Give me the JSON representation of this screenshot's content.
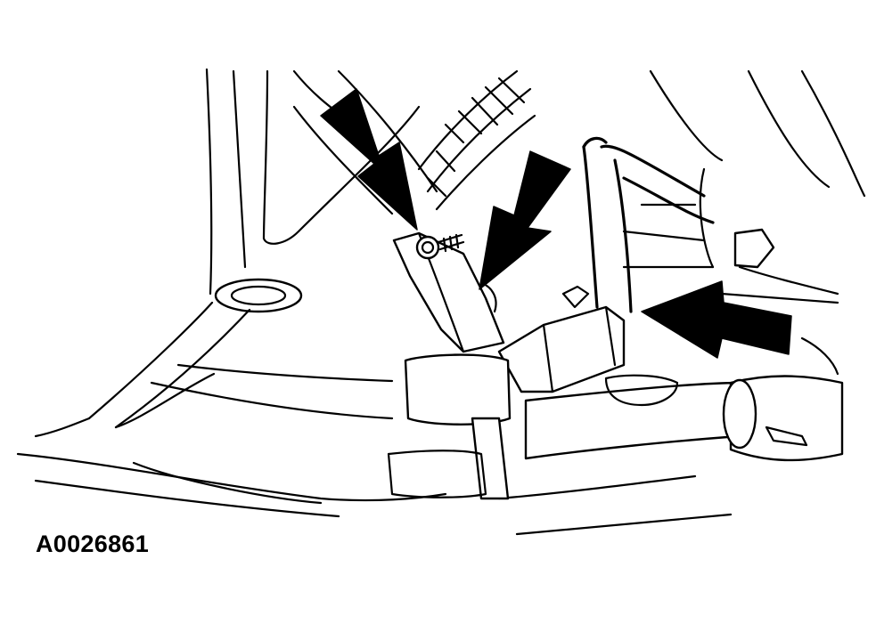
{
  "figure": {
    "id_label": "A0026861",
    "callouts": [
      "arrow-bolt",
      "arrow-bracket",
      "arrow-sway-bar-link"
    ]
  }
}
